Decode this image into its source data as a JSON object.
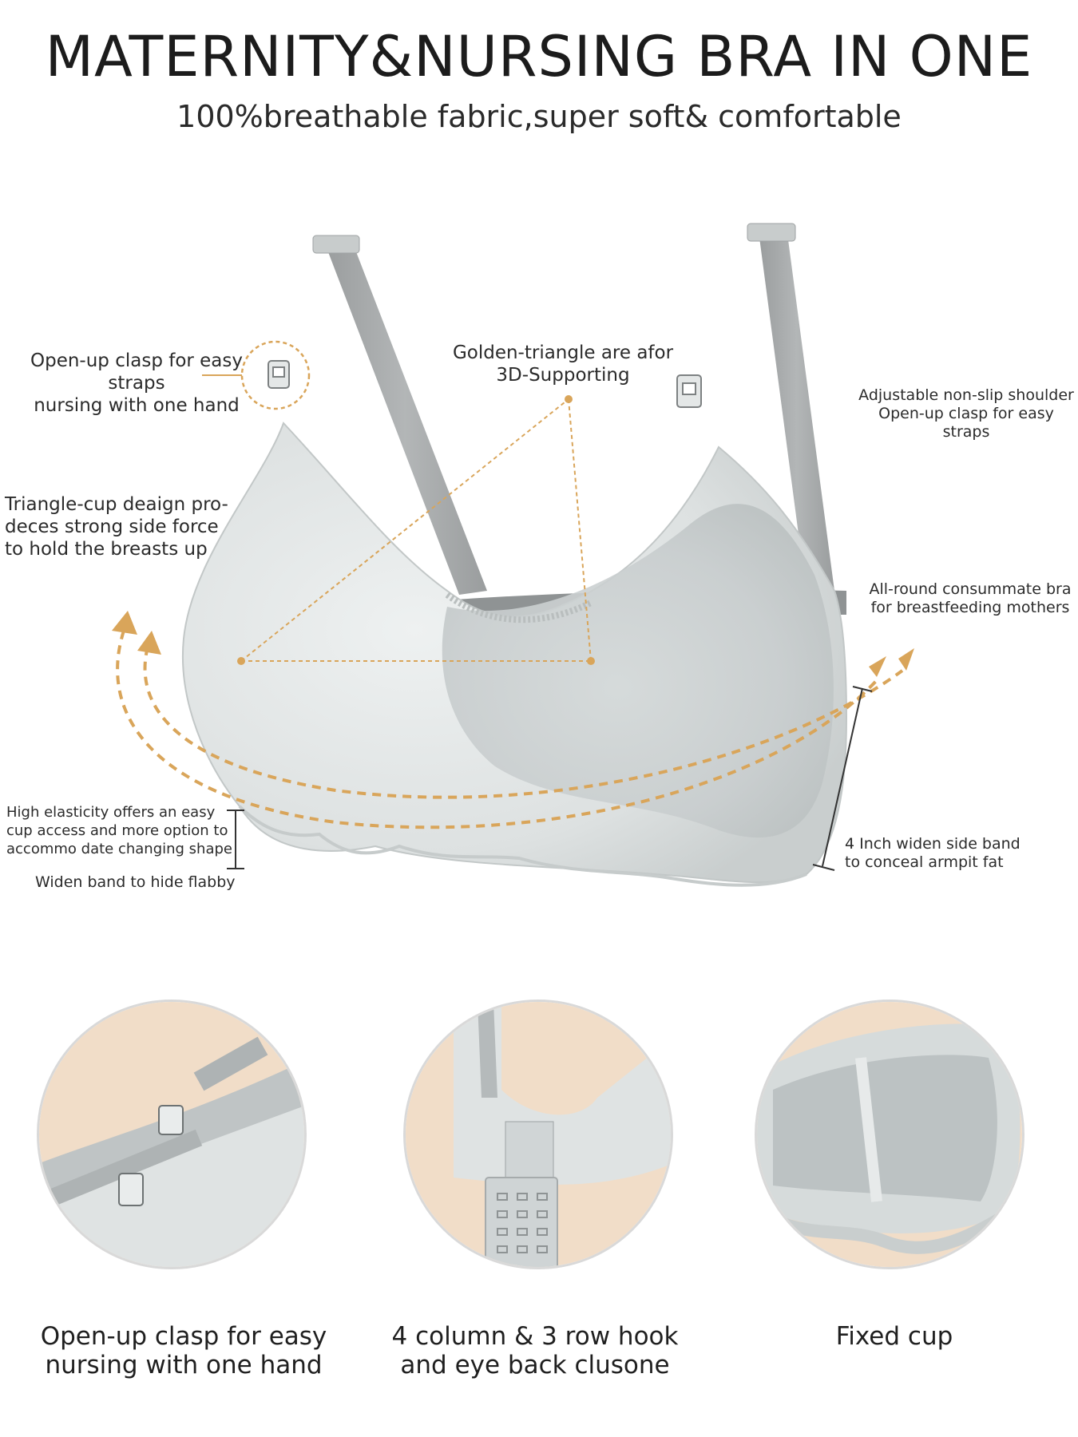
{
  "header": {
    "title": "MATERNITY&NURSING BRA IN ONE",
    "subtitle": "100%breathable fabric,super soft& comfortable"
  },
  "annotations": {
    "clasp_left": [
      "Open-up clasp for easy straps",
      "nursing with one hand"
    ],
    "golden_triangle": [
      "Golden-triangle are afor",
      "3D-Supporting"
    ],
    "adjustable_strap": [
      "Adjustable non-slip shoulder",
      "Open-up clasp for easy straps"
    ],
    "triangle_cup": [
      "Triangle-cup deaign pro-",
      "deces strong side force",
      "to hold the breasts up"
    ],
    "all_round": [
      "All-round consummate bra",
      "for breastfeeding mothers"
    ],
    "high_elasticity": [
      "High elasticity offers an easy",
      "cup access and more option to",
      "accommo date changing shape"
    ],
    "widen_band": "Widen band to hide flabby",
    "side_band": [
      "4 Inch widen side band",
      "to conceal armpit fat"
    ]
  },
  "details": [
    {
      "caption_lines": [
        "Open-up clasp for easy",
        "nursing with one hand"
      ]
    },
    {
      "caption_lines": [
        "4 column & 3 row hook",
        "and eye back clusone"
      ]
    },
    {
      "caption_lines": [
        "Fixed cup"
      ]
    }
  ],
  "colors": {
    "accent": "#d9a55a",
    "bra_fabric": "#dfe3e3",
    "strap": "#a9acad",
    "skin": "#f1ddc8"
  }
}
